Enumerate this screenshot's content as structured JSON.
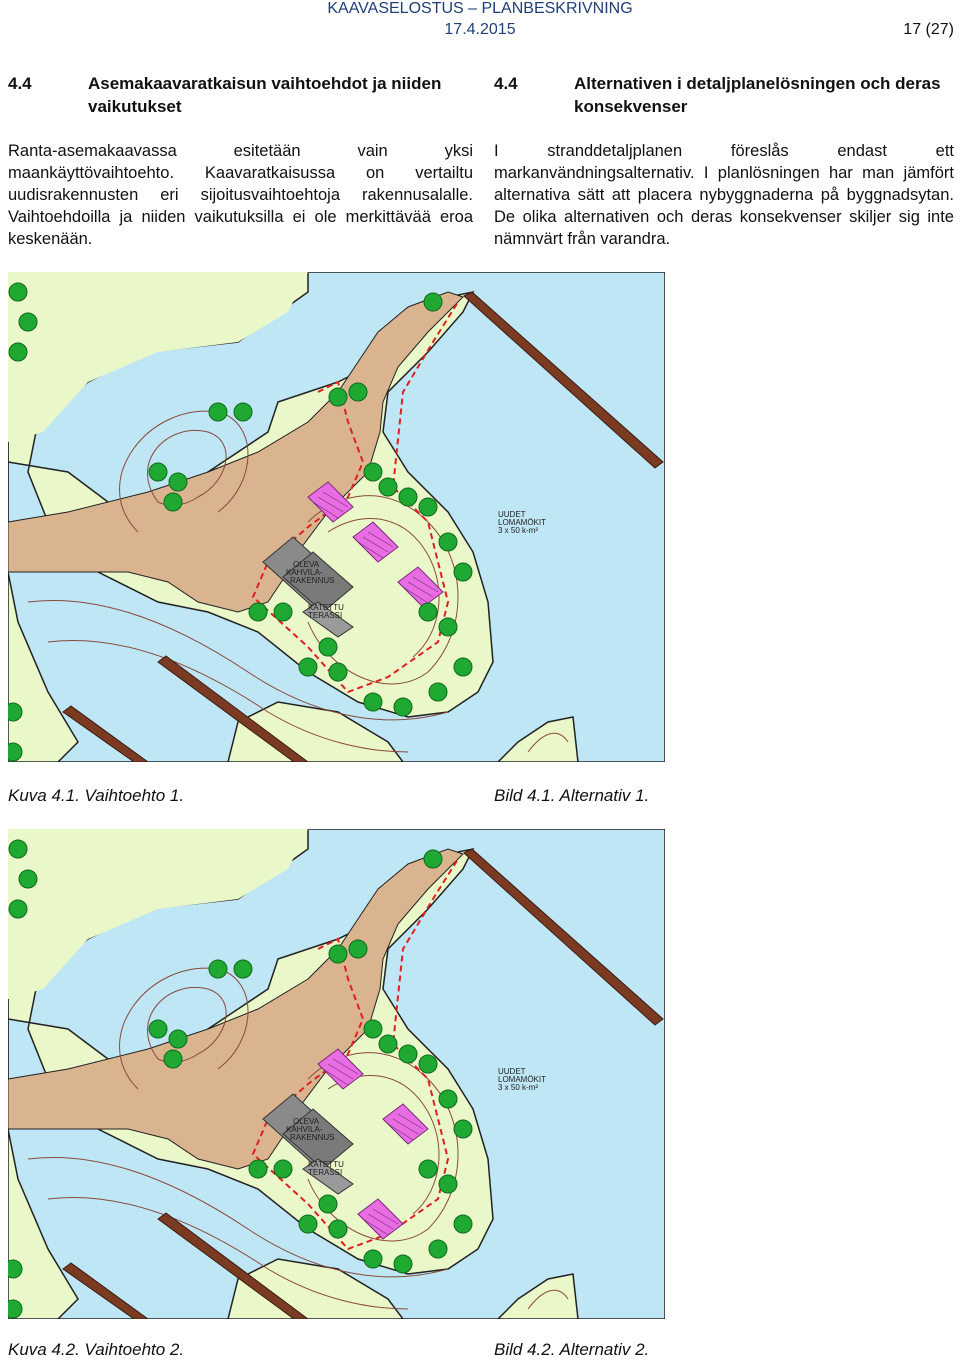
{
  "header": {
    "title": "KAAVASELOSTUS – PLANBESKRIVNING",
    "date": "17.4.2015",
    "page": "17 (27)"
  },
  "left": {
    "section_number": "4.4",
    "section_title": "Asemakaavaratkaisun vaihtoehdot ja niiden vaikutukset",
    "paragraph": "Ranta-asemakaavassa esitetään vain yksi maankäyttövaihtoehto. Kaavaratkaisussa on vertailtu uudisrakennusten eri sijoitusvaihtoehtoja rakennusalalle. Vaihtoehdoilla ja niiden vaikutuksilla ei ole merkittävää eroa keskenään."
  },
  "right": {
    "section_number": "4.4",
    "section_title": "Alternativen i detaljplanelösningen och deras konsekvenser",
    "paragraph": "I stranddetaljplanen föreslås endast ett markanvändningsalternativ. I planlösningen har man jämfört alternativa sätt att placera nybyggnaderna på byggnadsytan. De olika alternativen och deras konsekvenser skiljer sig inte nämnvärt från varandra."
  },
  "maps": [
    {
      "labels": {
        "new_cabins_1": "UUDET",
        "new_cabins_2": "LOMAMÖKIT",
        "new_cabins_3": "3 x 50 k-m²",
        "cafe_1": "OLEVA",
        "cafe_2": "KAHVILA-",
        "cafe_3": "RAKENNUS",
        "terrace_1": "KATETTU",
        "terrace_2": "TERASSI"
      },
      "caption_fi": "Kuva 4.1. Vaihtoehto 1.",
      "caption_sv": "Bild 4.1. Alternativ 1."
    },
    {
      "labels": {
        "new_cabins_1": "UUDET",
        "new_cabins_2": "LOMAMÖKIT",
        "new_cabins_3": "3 x 50 k-m²",
        "cafe_1": "OLEVA",
        "cafe_2": "KAHVILA-",
        "cafe_3": "RAKENNUS",
        "terrace_1": "KATETTU",
        "terrace_2": "TERASSI"
      },
      "caption_fi": "Kuva 4.2. Vaihtoehto 2.",
      "caption_sv": "Bild 4.2. Alternativ 2."
    }
  ],
  "colors": {
    "water": "#bfe6f5",
    "land": "#e9f7c9",
    "path": "#d9b48f",
    "tree": "#1fa832",
    "new_cabin": "#e86de3",
    "existing_building": "#8a8a8a",
    "plan_boundary": "#e02020",
    "pier": "#7a3b22",
    "header_text": "#1f3e7a"
  }
}
